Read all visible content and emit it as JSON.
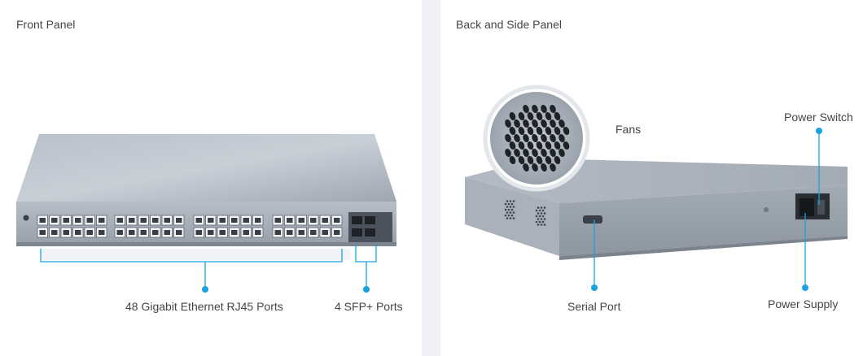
{
  "front": {
    "title": "Front Panel",
    "labels": {
      "rj45": "48 Gigabit Ethernet RJ45 Ports",
      "sfp": "4 SFP+ Ports"
    }
  },
  "back": {
    "title": "Back and Side Panel",
    "labels": {
      "fans": "Fans",
      "power_switch": "Power Switch",
      "serial_port": "Serial Port",
      "power_supply": "Power Supply"
    }
  },
  "colors": {
    "callout": "#1aa3e0",
    "chassis": "#a9b0b9",
    "divider": "#eef0f5"
  }
}
